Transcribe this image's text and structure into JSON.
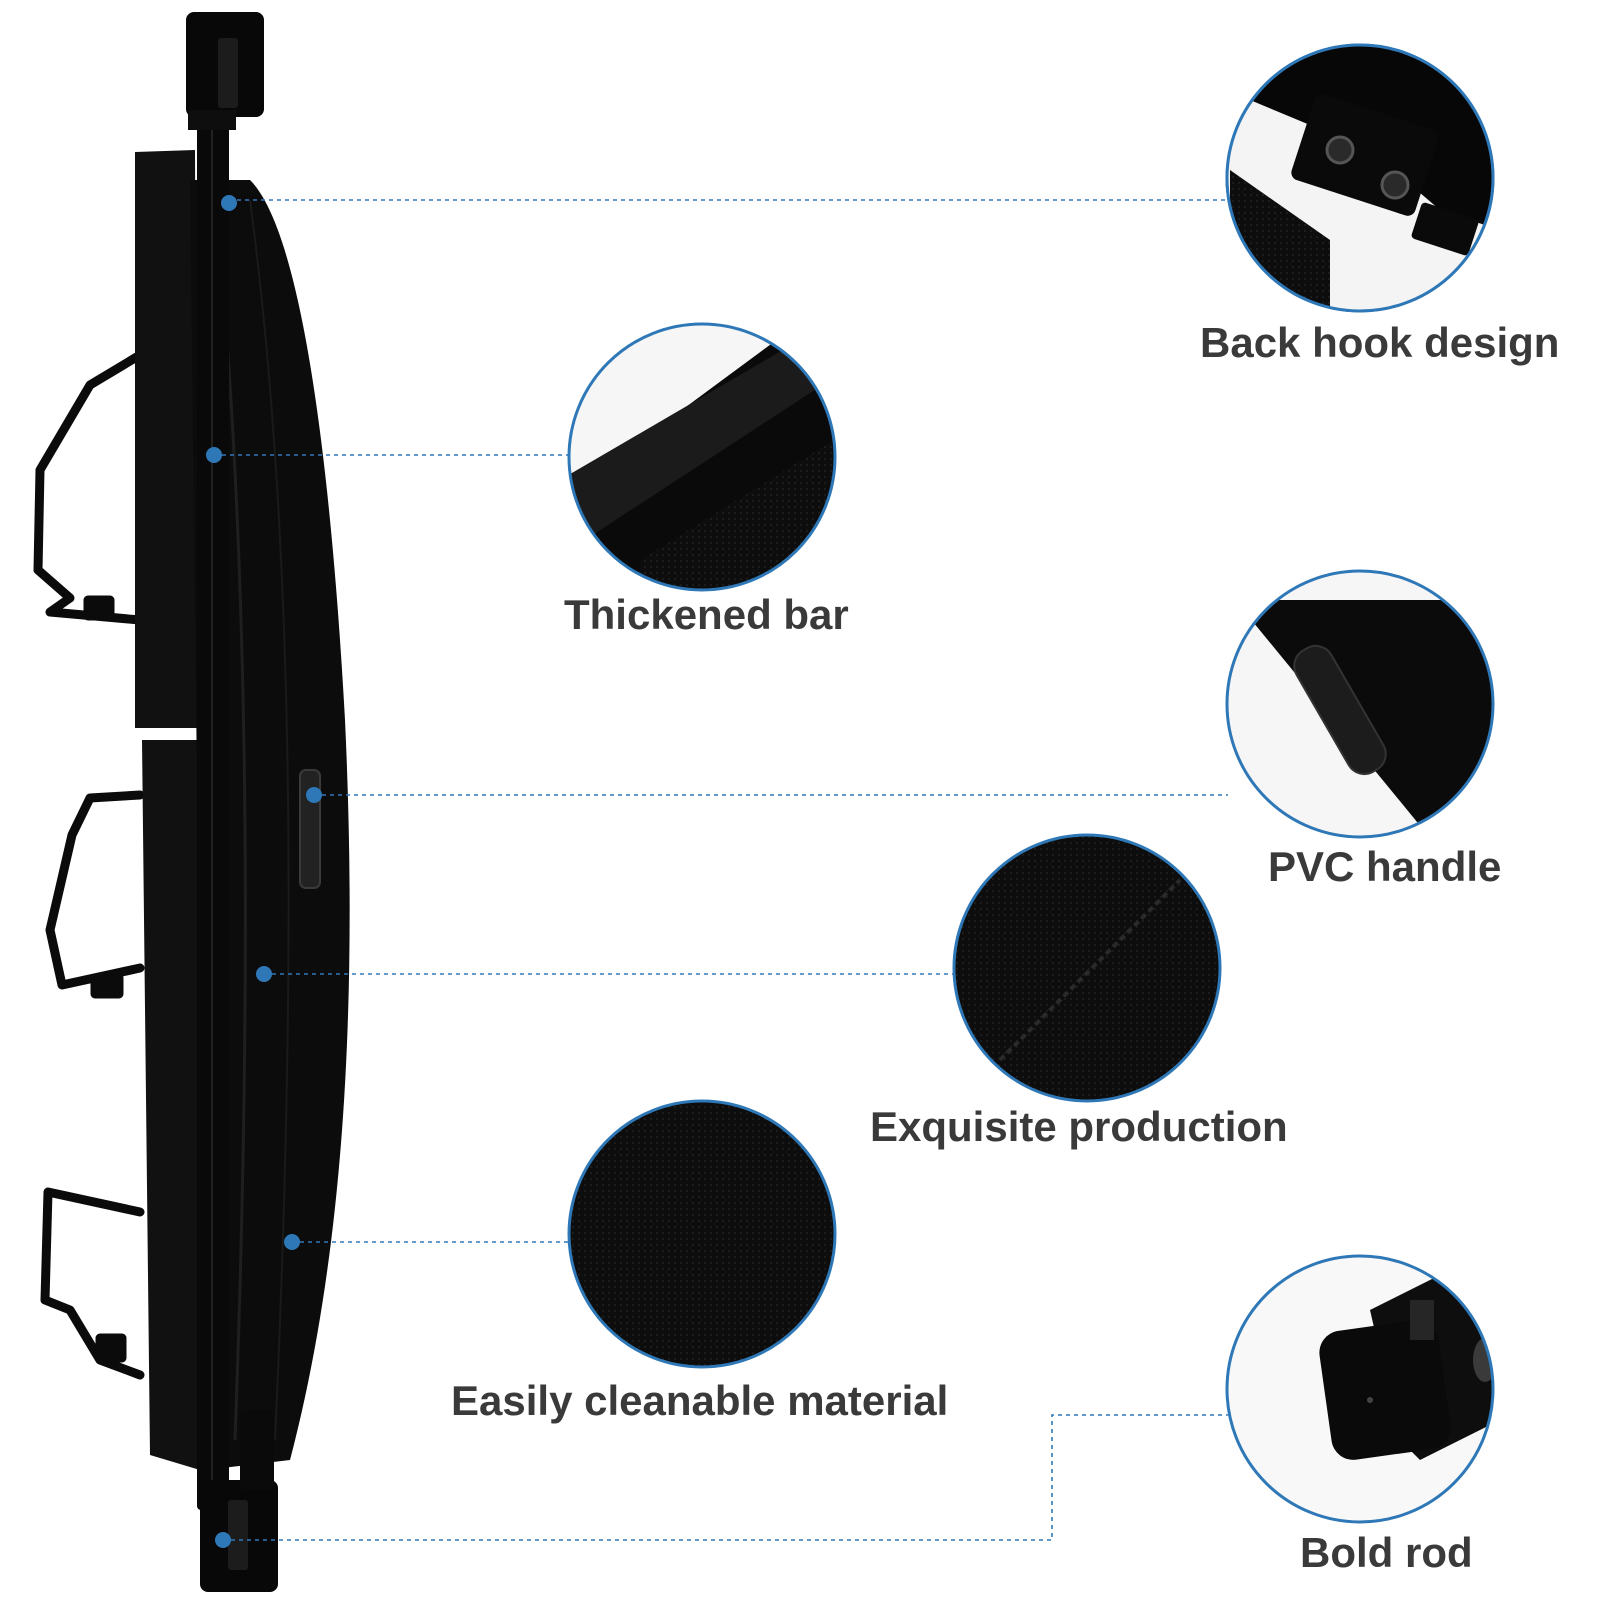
{
  "colors": {
    "accent": "#2f78b7",
    "product": "#0b0b0b",
    "label_text": "#3a3a3a",
    "background": "#ffffff"
  },
  "features": [
    {
      "id": "back-hook-design",
      "label": "Back hook design",
      "icon": "hook-clip-icon"
    },
    {
      "id": "thickened-bar",
      "label": "Thickened bar",
      "icon": "bar-icon"
    },
    {
      "id": "pvc-handle",
      "label": "PVC handle",
      "icon": "handle-icon"
    },
    {
      "id": "exquisite-production",
      "label": "Exquisite production",
      "icon": "stitching-icon"
    },
    {
      "id": "easily-cleanable-material",
      "label": "Easily cleanable material",
      "icon": "fabric-icon"
    },
    {
      "id": "bold-rod",
      "label": "Bold rod",
      "icon": "rod-end-icon"
    }
  ]
}
